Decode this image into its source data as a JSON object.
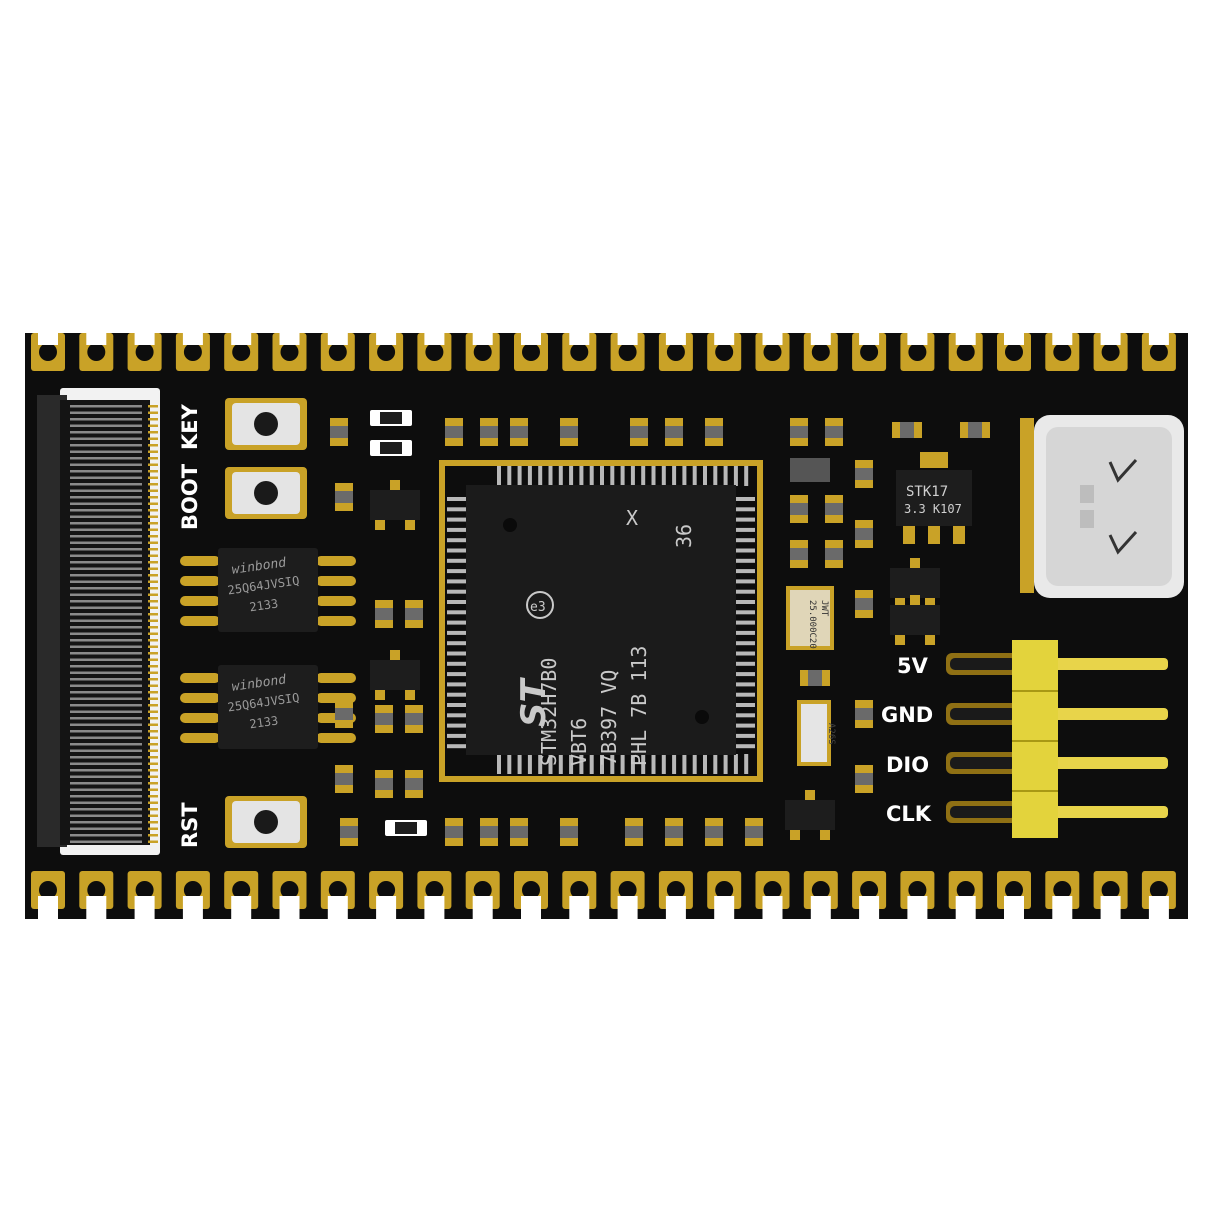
{
  "image": {
    "subject": "black development board",
    "colors": {
      "pcb": "#0d0d0d",
      "gold": "#c9a227",
      "gold_dark": "#8f7014",
      "pin": "#e8d44a",
      "component": "#222222",
      "silk": "#ffffff"
    }
  },
  "silkscreen": {
    "key": "KEY",
    "boot": "BOOT",
    "rst": "RST",
    "pin_5v": "5V",
    "pin_gnd": "GND",
    "pin_dio": "DIO",
    "pin_clk": "CLK"
  },
  "mcu": {
    "line1": "STM32H7B0",
    "line2": "VBT6",
    "line3": "7B397 VQ",
    "line4": "PHL 7B 113",
    "mark_x": "X",
    "mark_36": "36",
    "mark_e3": "e3",
    "logo": "ST"
  },
  "flash_top": {
    "brand": "winbond",
    "part": "25Q64JVSIQ",
    "code": "2133"
  },
  "flash_bottom": {
    "brand": "winbond",
    "part": "25Q64JVSIQ",
    "code": "2133"
  },
  "regulator": {
    "line1": "STK17",
    "line2": "3.3 K107"
  },
  "crystal_main": {
    "line1": "JWT",
    "line2": "25.000C20"
  },
  "crystal_small": {
    "text": "A26S"
  }
}
